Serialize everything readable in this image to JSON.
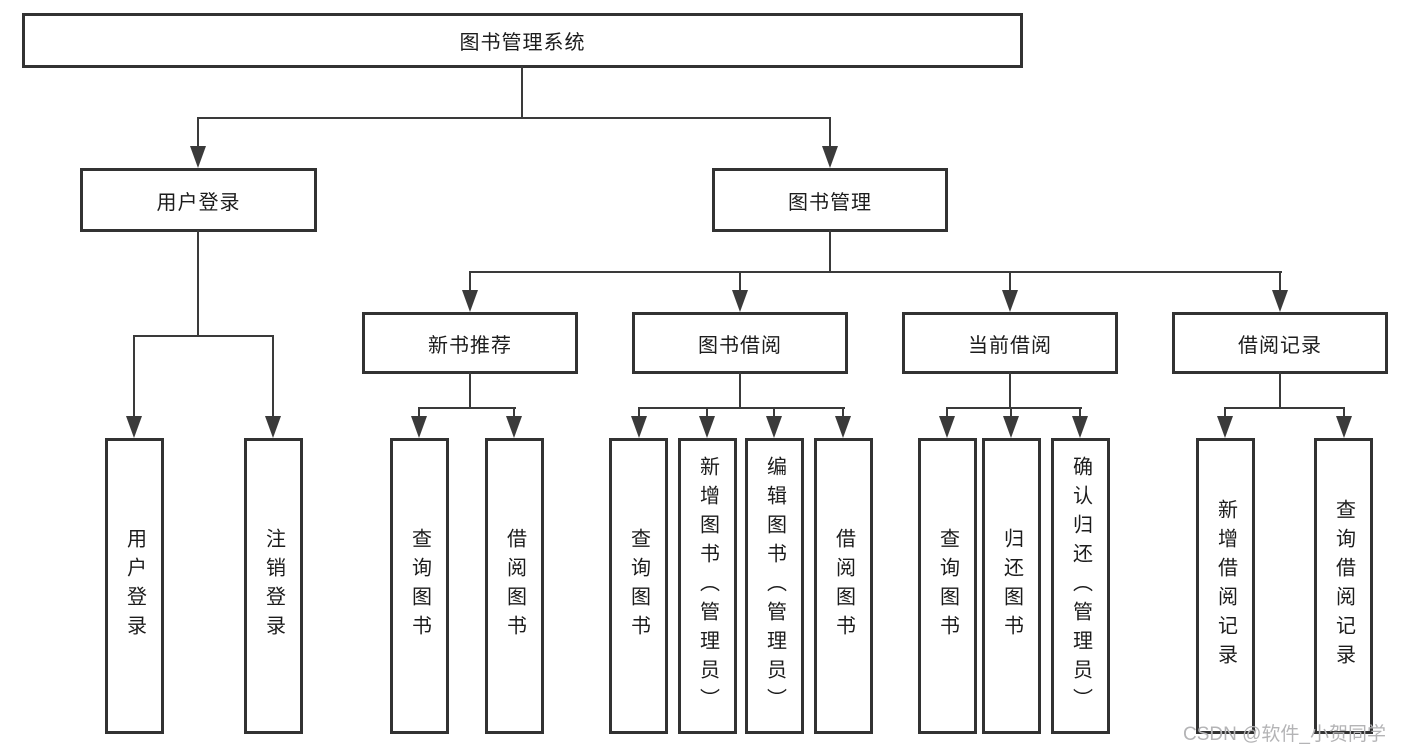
{
  "tree": {
    "root": {
      "label": "图书管理系统",
      "children": [
        {
          "label": "用户登录",
          "children": [
            {
              "label": "用户登录"
            },
            {
              "label": "注销登录"
            }
          ]
        },
        {
          "label": "图书管理",
          "children": [
            {
              "label": "新书推荐",
              "children": [
                {
                  "label": "查询图书"
                },
                {
                  "label": "借阅图书"
                }
              ]
            },
            {
              "label": "图书借阅",
              "children": [
                {
                  "label": "查询图书"
                },
                {
                  "label": "新增图书（管理员）"
                },
                {
                  "label": "编辑图书（管理员）"
                },
                {
                  "label": "借阅图书"
                }
              ]
            },
            {
              "label": "当前借阅",
              "children": [
                {
                  "label": "查询图书"
                },
                {
                  "label": "归还图书"
                },
                {
                  "label": "确认归还（管理员）"
                }
              ]
            },
            {
              "label": "借阅记录",
              "children": [
                {
                  "label": "新增借阅记录"
                },
                {
                  "label": "查询借阅记录"
                }
              ]
            }
          ]
        }
      ]
    }
  },
  "watermark": {
    "text": "CSDN @软件_小贺同学"
  },
  "colors": {
    "line": "#3a3a3a",
    "box_border": "#323232",
    "text": "#1c1c1c",
    "watermark": "#b4b4b6",
    "background": "#ffffff"
  }
}
